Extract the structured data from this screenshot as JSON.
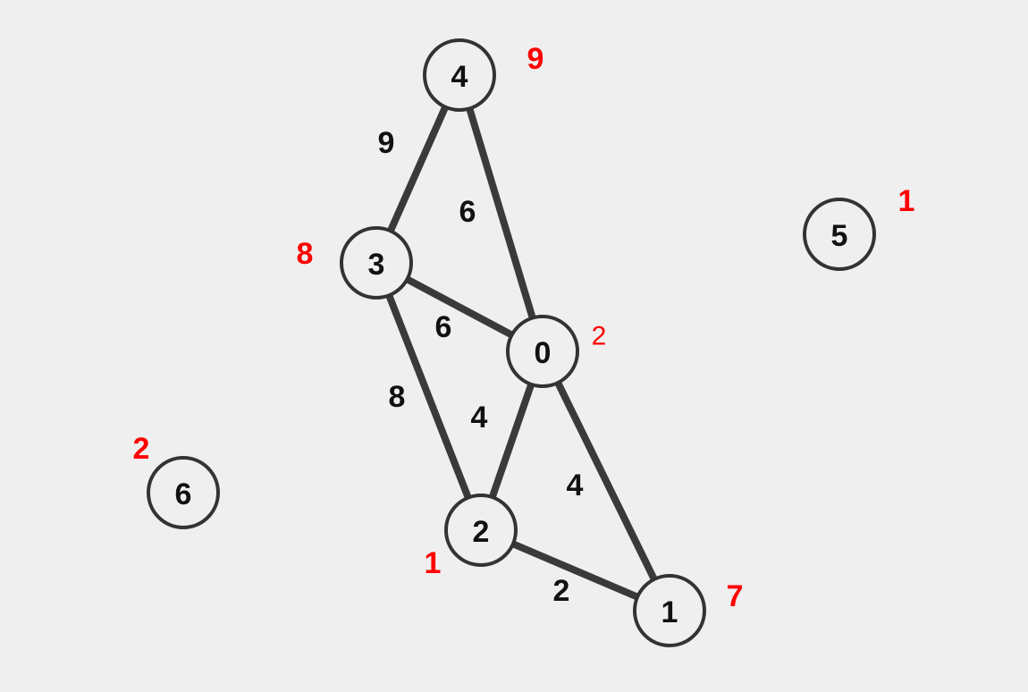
{
  "graph": {
    "nodes": [
      {
        "id": "0",
        "label": "0",
        "annotation": "2",
        "annotation_style": "normal"
      },
      {
        "id": "1",
        "label": "1",
        "annotation": "7",
        "annotation_style": "bold"
      },
      {
        "id": "2",
        "label": "2",
        "annotation": "1",
        "annotation_style": "bold"
      },
      {
        "id": "3",
        "label": "3",
        "annotation": "8",
        "annotation_style": "bold"
      },
      {
        "id": "4",
        "label": "4",
        "annotation": "9",
        "annotation_style": "bold"
      },
      {
        "id": "5",
        "label": "5",
        "annotation": "1",
        "annotation_style": "bold"
      },
      {
        "id": "6",
        "label": "6",
        "annotation": "2",
        "annotation_style": "bold"
      }
    ],
    "edges": [
      {
        "from": "4",
        "to": "3",
        "weight": "9"
      },
      {
        "from": "4",
        "to": "0",
        "weight": "6"
      },
      {
        "from": "3",
        "to": "0",
        "weight": "6"
      },
      {
        "from": "3",
        "to": "2",
        "weight": "8"
      },
      {
        "from": "0",
        "to": "2",
        "weight": "4"
      },
      {
        "from": "0",
        "to": "1",
        "weight": "4"
      },
      {
        "from": "2",
        "to": "1",
        "weight": "2"
      }
    ]
  },
  "colors": {
    "background": "#efefef",
    "edge": "#3a3a3a",
    "node_stroke": "#333333",
    "annotation": "#ff0000"
  }
}
